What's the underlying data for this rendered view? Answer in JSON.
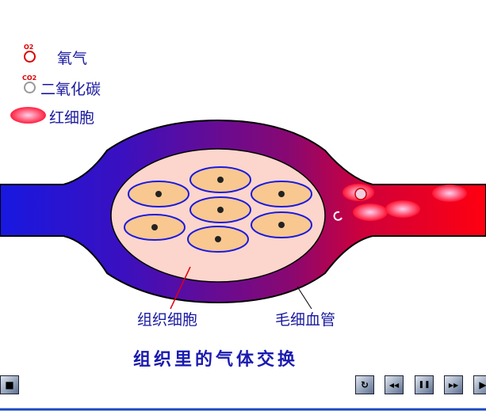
{
  "legend": {
    "o2_sub": "O2",
    "o2_label": "氧气",
    "co2_sub": "CO2",
    "co2_label": "二氧化碳",
    "rbc_label": "红细胞"
  },
  "labels": {
    "tissue_cell": "组织细胞",
    "capillary": "毛细血管"
  },
  "title": "组织里的气体交换",
  "controls": {
    "stop": "■",
    "replay": "↻",
    "rewind": "◀◀",
    "pause": "❚❚",
    "forward": "▶▶",
    "play": "▶"
  }
}
